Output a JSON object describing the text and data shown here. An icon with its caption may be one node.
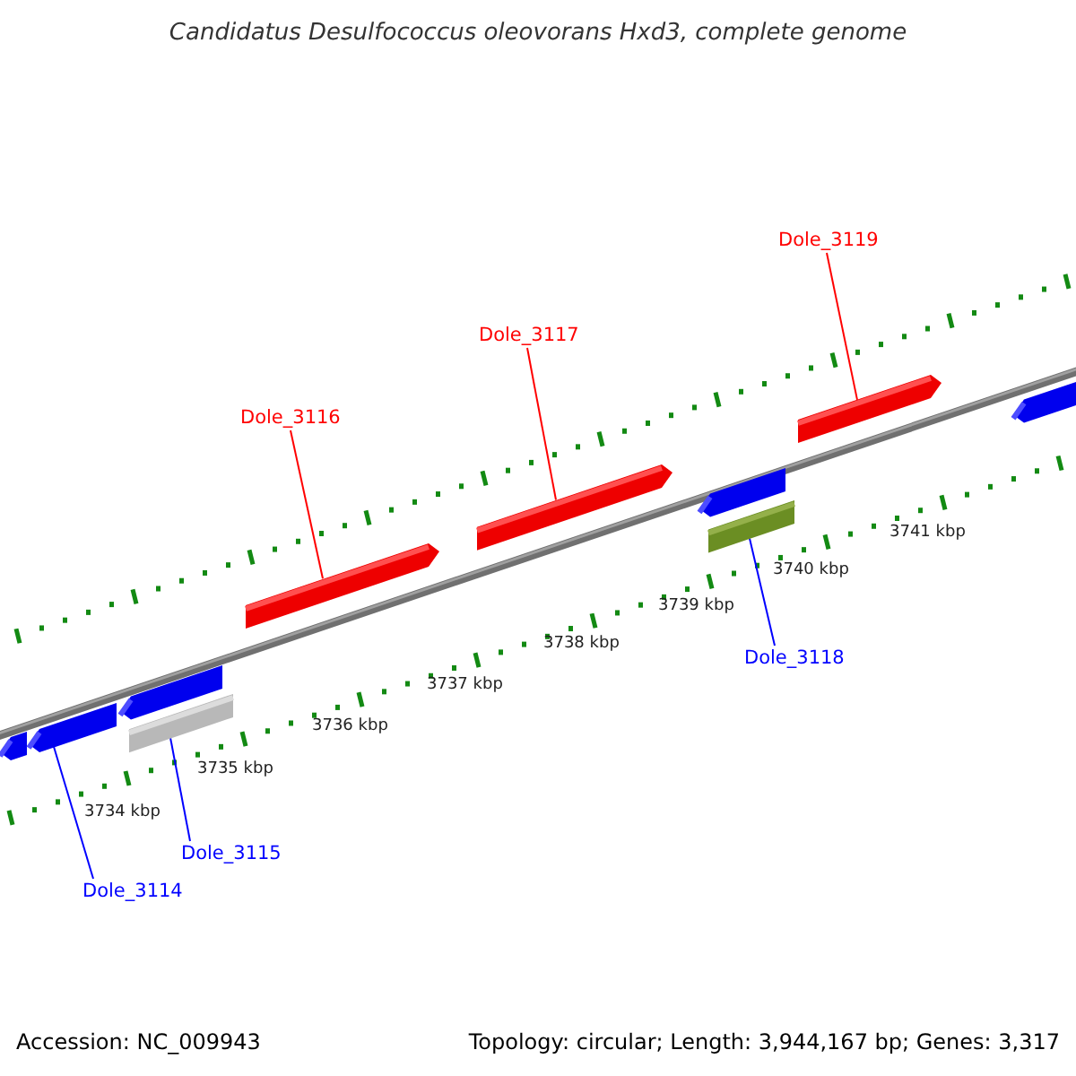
{
  "diagram": {
    "title": "Candidatus Desulfococcus oleovorans Hxd3, complete genome",
    "nodes": [
      {
        "text": [
          "Dole_3119"
        ]
      },
      {
        "text": [
          "Dole_3117"
        ]
      },
      {
        "text": [
          "Dole_3116"
        ]
      },
      {
        "text": [
          "Dole_3118"
        ]
      },
      {
        "text": [
          "Dole_3115"
        ]
      },
      {
        "text": [
          "Dole_3114"
        ]
      },
      {
        "text": [],
        "shape": "bar"
      },
      {
        "text": [],
        "shape": "bar"
      },
      {
        "text": [],
        "shape": "bar"
      },
      {
        "text": [],
        "shape": "bar"
      },
      {
        "text": [],
        "shape": "bar"
      },
      {
        "text": [],
        "shape": "bar"
      },
      {
        "text": [],
        "shape": "bar"
      },
      {
        "text": [],
        "shape": "bar"
      },
      {
        "text": [],
        "shape": "bar"
      },
      {
        "text": [],
        "shape": "bar"
      }
    ],
    "edges": [
      {
        "from": 0,
        "to": 14,
        "arrow": "none",
        "color": "#ff0000"
      },
      {
        "from": 1,
        "to": 11,
        "arrow": "none",
        "color": "#ff0000"
      },
      {
        "from": 2,
        "to": 10,
        "arrow": "none",
        "color": "#ff0000"
      },
      {
        "from": 3,
        "to": 13,
        "arrow": "none",
        "color": "#0000ff"
      },
      {
        "from": 4,
        "to": 9,
        "arrow": "none",
        "color": "#0000ff"
      },
      {
        "from": 5,
        "to": 7,
        "arrow": "none",
        "color": "#0000ff"
      }
    ],
    "labels": [
      "3741 kbp",
      "3740 kbp",
      "3739 kbp",
      "3738 kbp",
      "3737 kbp",
      "3736 kbp",
      "3735 kbp",
      "3734 kbp",
      "Accession: NC_009943",
      "Topology: circular; Length: 3,944,167 bp; Genes: 3,317"
    ]
  }
}
